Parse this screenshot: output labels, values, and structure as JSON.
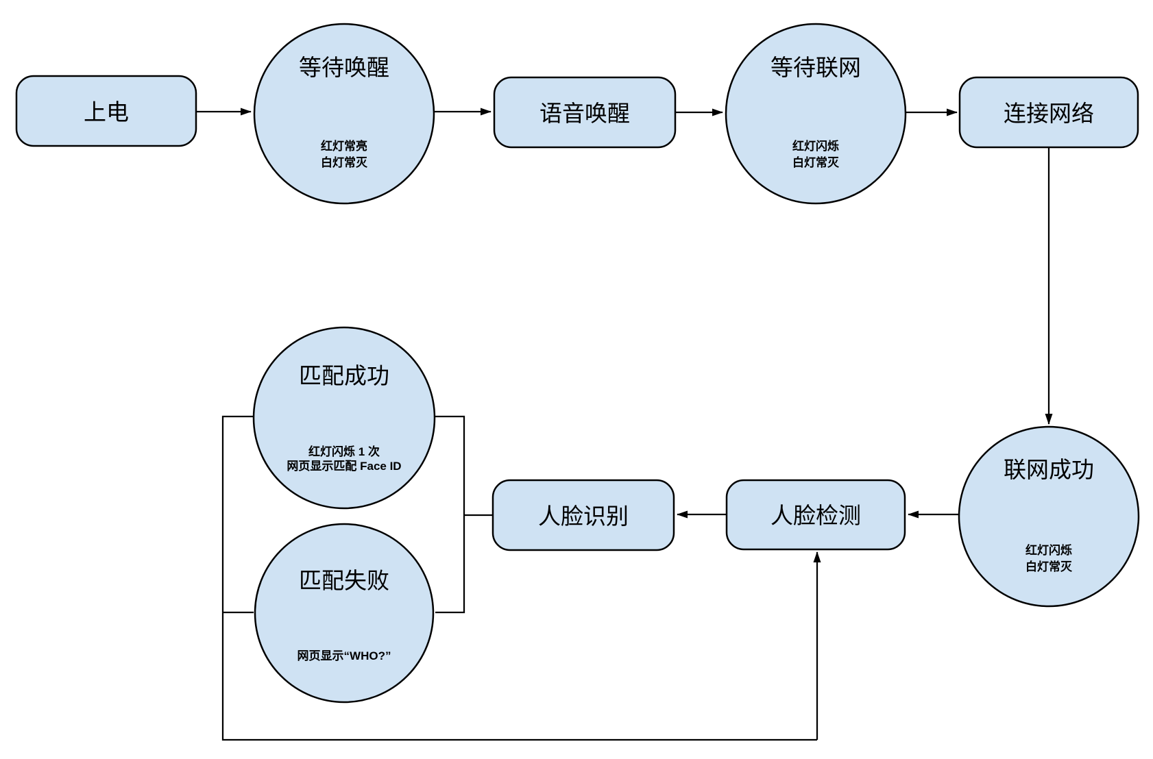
{
  "diagram": {
    "description": "Device voice-wake and face-recognition state flowchart",
    "colors": {
      "node_fill": "#cfe2f3",
      "node_border": "#000000",
      "connector": "#000000",
      "text": "#000000",
      "background": "#ffffff"
    },
    "nodes": {
      "power_on": {
        "shape": "rounded-rect",
        "label": "上电"
      },
      "wait_wake": {
        "shape": "circle",
        "label": "等待唤醒",
        "note_line1": "红灯常亮",
        "note_line2": "白灯常灭"
      },
      "voice_wake": {
        "shape": "rounded-rect",
        "label": "语音唤醒"
      },
      "wait_network": {
        "shape": "circle",
        "label": "等待联网",
        "note_line1": "红灯闪烁",
        "note_line2": "白灯常灭"
      },
      "connect_network": {
        "shape": "rounded-rect",
        "label": "连接网络"
      },
      "network_success": {
        "shape": "circle",
        "label": "联网成功",
        "note_line1": "红灯闪烁",
        "note_line2": "白灯常灭"
      },
      "face_detect": {
        "shape": "rounded-rect",
        "label": "人脸检测"
      },
      "face_recognize": {
        "shape": "rounded-rect",
        "label": "人脸识别"
      },
      "match_success": {
        "shape": "circle",
        "label": "匹配成功",
        "note_line1": "红灯闪烁 1 次",
        "note_line2": "网页显示匹配 Face ID"
      },
      "match_fail": {
        "shape": "circle",
        "label": "匹配失败",
        "note_line1": "网页显示“WHO?”"
      }
    },
    "edges": [
      {
        "from": "power_on",
        "to": "wait_wake",
        "arrow": true
      },
      {
        "from": "wait_wake",
        "to": "voice_wake",
        "arrow": true
      },
      {
        "from": "voice_wake",
        "to": "wait_network",
        "arrow": true
      },
      {
        "from": "wait_network",
        "to": "connect_network",
        "arrow": true
      },
      {
        "from": "connect_network",
        "to": "network_success",
        "arrow": true
      },
      {
        "from": "network_success",
        "to": "face_detect",
        "arrow": true
      },
      {
        "from": "face_detect",
        "to": "face_recognize",
        "arrow": true
      },
      {
        "from": "face_recognize",
        "to": "match_success",
        "arrow": false
      },
      {
        "from": "face_recognize",
        "to": "match_fail",
        "arrow": false
      },
      {
        "from": "match_success",
        "to": "face_detect",
        "arrow": true
      },
      {
        "from": "match_fail",
        "to": "face_detect",
        "arrow": true
      }
    ]
  }
}
